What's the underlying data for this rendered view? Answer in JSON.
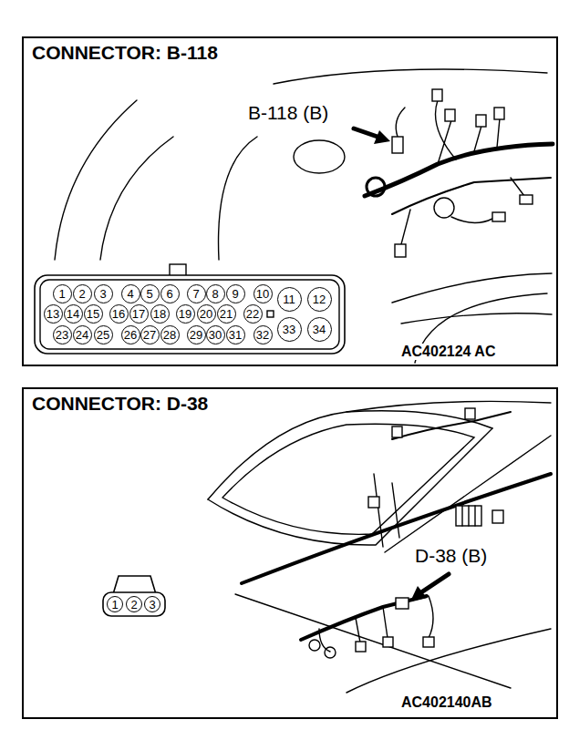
{
  "diagram": {
    "nodes": [
      {
        "text": [
          "CONNECTOR: B-118"
        ]
      },
      {
        "text": [
          "1"
        ],
        "in": 0
      },
      {
        "text": [
          "2"
        ],
        "in": 0
      },
      {
        "text": [
          "3"
        ],
        "in": 0
      },
      {
        "text": [
          "4"
        ],
        "in": 0
      },
      {
        "text": [
          "5"
        ],
        "in": 0
      },
      {
        "text": [
          "6"
        ],
        "in": 0
      },
      {
        "text": [
          "7"
        ],
        "in": 0
      },
      {
        "text": [
          "8"
        ],
        "in": 0
      },
      {
        "text": [
          "9"
        ],
        "in": 0
      },
      {
        "text": [
          "10"
        ],
        "in": 0
      },
      {
        "text": [
          "11"
        ],
        "in": 0
      },
      {
        "text": [
          "12"
        ],
        "in": 0
      },
      {
        "text": [
          "13"
        ],
        "in": 0
      },
      {
        "text": [
          "14"
        ],
        "in": 0
      },
      {
        "text": [
          "15"
        ],
        "in": 0
      },
      {
        "text": [
          "16"
        ],
        "in": 0
      },
      {
        "text": [
          "17"
        ],
        "in": 0
      },
      {
        "text": [
          "18"
        ],
        "in": 0
      },
      {
        "text": [
          "19"
        ],
        "in": 0
      },
      {
        "text": [
          "20"
        ],
        "in": 0
      },
      {
        "text": [
          "21"
        ],
        "in": 0
      },
      {
        "text": [
          "22"
        ],
        "in": 0
      },
      {
        "text": [
          "23"
        ],
        "in": 0
      },
      {
        "text": [
          "24"
        ],
        "in": 0
      },
      {
        "text": [
          "25"
        ],
        "in": 0
      },
      {
        "text": [
          "26"
        ],
        "in": 0
      },
      {
        "text": [
          "27"
        ],
        "in": 0
      },
      {
        "text": [
          "28"
        ],
        "in": 0
      },
      {
        "text": [
          "29"
        ],
        "in": 0
      },
      {
        "text": [
          "30"
        ],
        "in": 0
      },
      {
        "text": [
          "31"
        ],
        "in": 0
      },
      {
        "text": [
          "32"
        ],
        "in": 0
      },
      {
        "text": [
          "33"
        ],
        "in": 0
      },
      {
        "text": [
          "34"
        ],
        "in": 0
      },
      {
        "text": [
          "CONNECTOR: D-38"
        ]
      },
      {
        "text": [
          "1"
        ],
        "in": 35
      },
      {
        "text": [
          "2"
        ],
        "in": 35
      },
      {
        "text": [
          "3"
        ],
        "in": 35
      }
    ],
    "labels": [
      "B-118 (B)",
      "AC402124 AC",
      "D-38 (B)",
      "AC402140AB"
    ]
  }
}
